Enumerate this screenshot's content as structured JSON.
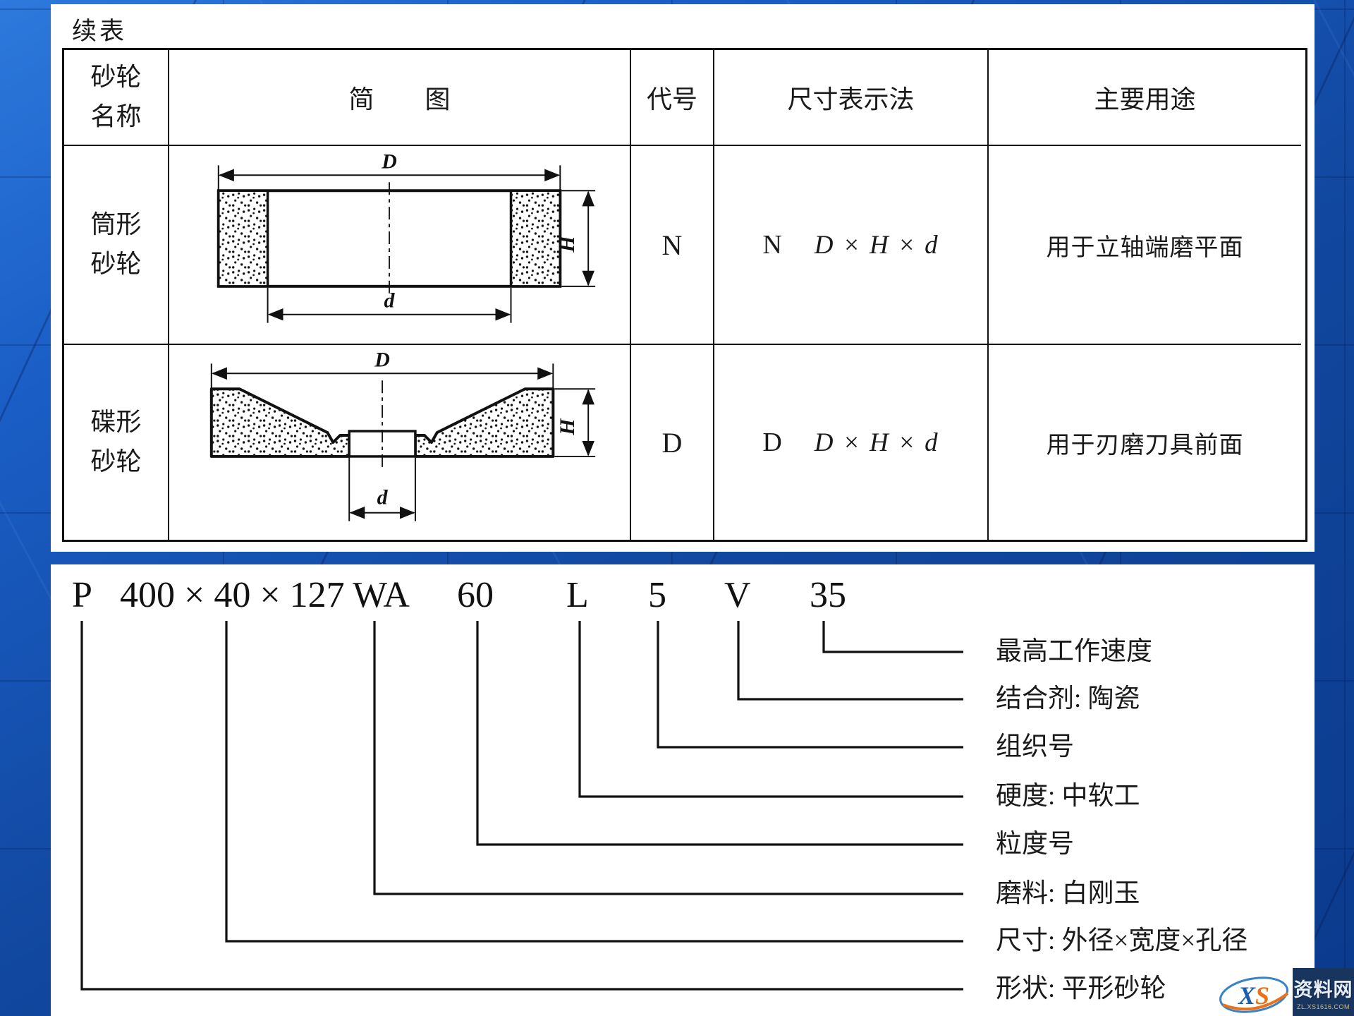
{
  "continued_table_label": "续表",
  "table": {
    "header": {
      "name_line1": "砂轮",
      "name_line2": "名称",
      "diagram": "简　　图",
      "code": "代号",
      "notation": "尺寸表示法",
      "usage": "主要用途"
    },
    "rows": [
      {
        "name_line1": "筒形",
        "name_line2": "砂轮",
        "code": "N",
        "notation_code": "N",
        "notation_formula": "D × H × d",
        "usage": "用于立轴端磨平面",
        "dim_outer": "D",
        "dim_inner": "d",
        "dim_height": "H"
      },
      {
        "name_line1": "碟形",
        "name_line2": "砂轮",
        "code": "D",
        "notation_code": "D",
        "notation_formula": "D × H × d",
        "usage": "用于刃磨刀具前面",
        "dim_outer": "D",
        "dim_inner": "d",
        "dim_height": "H"
      }
    ]
  },
  "marking": {
    "tokens": [
      "P",
      "400 × 40 × 127",
      "WA",
      "60",
      "L",
      "5",
      "V",
      "35"
    ],
    "labels": [
      "最高工作速度",
      "结合剂: 陶瓷",
      "组织号",
      "硬度: 中软工",
      "粒度号",
      "磨料: 白刚玉",
      "尺寸: 外径×宽度×孔径",
      "形状: 平形砂轮"
    ]
  },
  "watermark": {
    "logo": "XS",
    "name": "资料网",
    "url": "ZL.XS1616.COM"
  },
  "colors": {
    "background_blue": "#11479e",
    "panel_white": "#ffffff",
    "line_black": "#111111",
    "watermark_navy": "#17355e",
    "watermark_orange": "#e8721c"
  }
}
